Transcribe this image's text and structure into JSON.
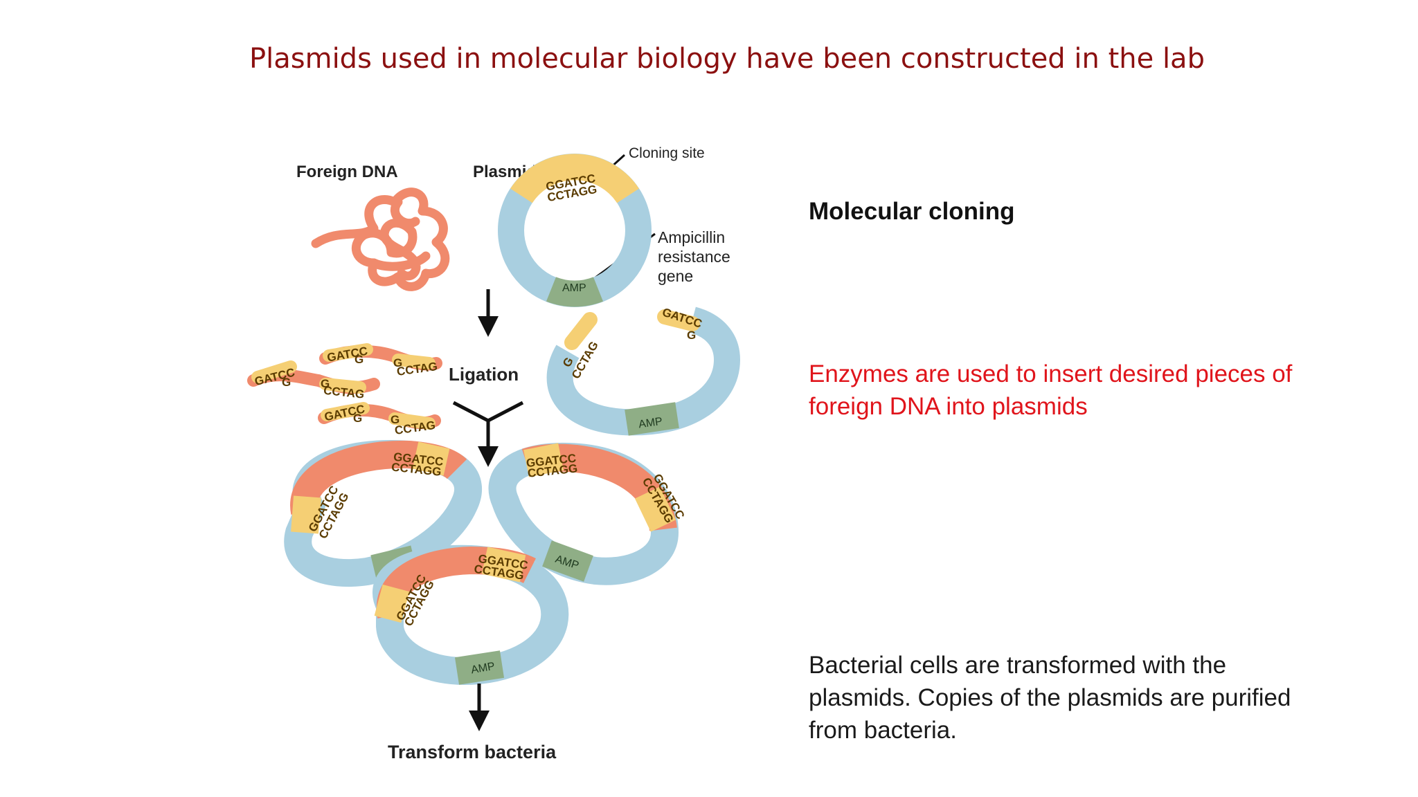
{
  "title": "Plasmids used in molecular biology have been constructed in the lab",
  "diagram": {
    "foreign_dna_label": "Foreign DNA",
    "plasmid_label": "Plasmid",
    "cloning_site_label": "Cloning site",
    "ampicillin_label_1": "Ampicillin",
    "ampicillin_label_2": "resistance",
    "ampicillin_label_3": "gene",
    "ligation_label": "Ligation",
    "transform_label": "Transform bacteria",
    "amp": "AMP",
    "seq_top": "GGATCC",
    "seq_bottom": "CCTAGG",
    "frag_left_top": "GATCC",
    "frag_left_bottom": "G",
    "frag_right_top": "G",
    "frag_right_bottom": "CCTAG"
  },
  "text": {
    "heading": "Molecular cloning",
    "enzymes": "Enzymes are used to insert desired pieces of foreign DNA into plasmids",
    "bacteria": "Bacterial cells are transformed with the plasmids.  Copies of the plasmids are purified from bacteria."
  },
  "colors": {
    "title": "#8b1010",
    "foreign_dna": "#f08a6c",
    "plasmid": "#a9cfe0",
    "cloning_site": "#f5cf74",
    "amp_gene": "#8fae86",
    "enzymes_text": "#e0141b"
  }
}
